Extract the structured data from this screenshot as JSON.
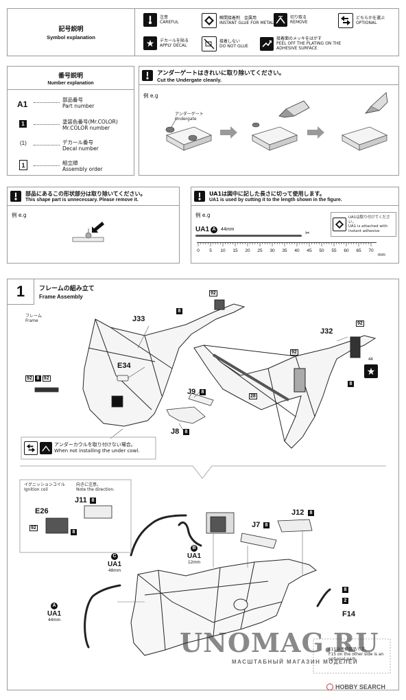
{
  "symbols": {
    "title_ja": "記号説明",
    "title_en": "Symbol explanation",
    "items": [
      {
        "icon": "exclamation-icon",
        "ja": "注意",
        "en": "CAREFUL"
      },
      {
        "icon": "instant-glue-icon",
        "ja": "瞬間接着剤　金属用",
        "en": "INSTANT GLUE FOR METAL"
      },
      {
        "icon": "cut-remove-icon",
        "ja": "切り取る",
        "en": "REMOVE"
      },
      {
        "icon": "optional-arrows-icon",
        "ja": "どちらかを選ぶ",
        "en": "OPTIONAL"
      },
      {
        "icon": "star-decal-icon",
        "ja": "デカールを貼る",
        "en": "APPLY DECAL"
      },
      {
        "icon": "no-glue-icon",
        "ja": "接着しない",
        "en": "DO NOT GLUE"
      },
      {
        "icon": "peel-plating-icon",
        "ja": "接着面のメッキをはがす",
        "en": "PEEL OFF THE PLATING ON THE ADHESIVE SURFACE"
      }
    ]
  },
  "numbers": {
    "title_ja": "番号説明",
    "title_en": "Number explanation",
    "items": [
      {
        "code": "A1",
        "ja": "部品番号",
        "en": "Part number"
      },
      {
        "code": "1",
        "ja": "塗装色番号(Mr.COLOR)",
        "en": "Mr.COLOR number"
      },
      {
        "code": "1",
        "ja": "デカール番号",
        "en": "Decal number"
      },
      {
        "code": "1",
        "ja": "組立順",
        "en": "Assembly order"
      }
    ]
  },
  "undergate": {
    "title_ja": "アンダーゲートはきれいに取り除いてください。",
    "title_en": "Cut the Undergate cleanly.",
    "eg": "例 e.g",
    "label_ja": "アンダーゲート",
    "label_en": "Undergate"
  },
  "unnecessary": {
    "title_ja": "部品にあるこの形状部分は取り除いてください。",
    "title_en": "This shape part is unnecessary. Please remove it.",
    "eg": "例 e.g"
  },
  "ua1_note": {
    "title_ja": "UA1は図中に記した長さに切って使用します。",
    "title_en": "UA1 is used by cutting it to the length shown in the figure.",
    "eg": "例 e.g",
    "part": "UA1",
    "circle": "A",
    "length": "44mm",
    "attached_ja": "UA1は取り付けてください。",
    "attached_en": "UA1 is attached with instant adhesive",
    "ruler_ticks": [
      "0",
      "5",
      "10",
      "15",
      "20",
      "25",
      "30",
      "35",
      "40",
      "45",
      "50",
      "55",
      "60",
      "65",
      "70"
    ],
    "ruler_unit": "mm"
  },
  "step1": {
    "number": "1",
    "title_ja": "フレームの組み立て",
    "title_en": "Frame Assembly",
    "frame_ja": "フレーム",
    "frame_en": "Frame",
    "parts": {
      "J33": "J33",
      "J32": "J32",
      "E34": "E34",
      "J9": "J9",
      "J8": "J8",
      "J11": "J11",
      "J7": "J7",
      "J12": "J12",
      "E26": "E26",
      "F14": "F14"
    },
    "colors": {
      "c92": "92",
      "c8": "8",
      "c28": "28",
      "c2": "2",
      "d44": "44"
    },
    "cowl_note_ja": "アンダーカウルを取り付けない場合。",
    "cowl_note_en": "When not installing the under cowl.",
    "ignition_ja": "イグニッションコイル",
    "ignition_en": "Ignition coil",
    "direction_ja": "向きに注意。",
    "direction_en": "Note the direction.",
    "ua1_c": {
      "part": "UA1",
      "circle": "C",
      "length": "48mm"
    },
    "ua1_b": {
      "part": "UA1",
      "circle": "B",
      "length": "12mm"
    },
    "ua1_a": {
      "part": "UA1",
      "circle": "A",
      "length": "44mm"
    },
    "optional_note_ja": "F15は予備部品です。",
    "optional_note_en": "F15 on the other side is an optional part."
  },
  "watermark": {
    "main": "UNOMAG.RU",
    "sub": "МАСШТАБНЫЙ МАГАЗИН МОДЕЛЕЙ"
  },
  "brand": {
    "text": "HOBBY SEARCH"
  }
}
